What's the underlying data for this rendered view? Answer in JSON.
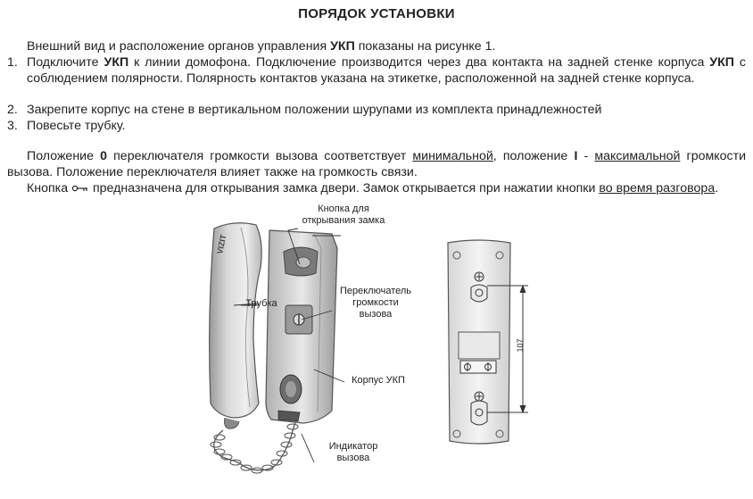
{
  "title": "ПОРЯДОК УСТАНОВКИ",
  "intro": {
    "pre": "Внешний вид и расположение органов управления ",
    "bold": "УКП",
    "post": " показаны на рисунке 1."
  },
  "steps": [
    {
      "n": "1.",
      "parts": [
        "Подключите ",
        "УКП",
        " к линии домофона. Подключение производится через два контакта на задней стенке корпуса ",
        "УКП",
        " с соблюдением полярности. Полярность контактов указана на этикетке, расположенной на задней стенке корпуса."
      ]
    },
    {
      "n": "2.",
      "text": "Закрепите корпус на стене в вертикальном положении шурупами из комплекта принадлежностей"
    },
    {
      "n": "3.",
      "text": "Повесьте трубку."
    }
  ],
  "volume_paragraph": {
    "p1": "Положение ",
    "b1": "0",
    "p2": " переключателя громкости вызова соответствует ",
    "u1": "минимальной",
    "p3": ", положение ",
    "b2": "I",
    "p4": " - ",
    "u2": "максимальной",
    "p5": " громкости вызова. Положение переключателя влияет также на громкость связи."
  },
  "button_paragraph": {
    "p1": "Кнопка ",
    "key_icon": "key-icon",
    "p2": " предназначена для открывания замка двери. Замок открывается при нажатии кнопки ",
    "u1": "во время разговора",
    "p3": "."
  },
  "figure_labels": {
    "button": [
      "Кнопка для",
      "открывания замка"
    ],
    "handset": "Трубка",
    "switch": [
      "Переключатель",
      "громкости",
      "вызова"
    ],
    "body": "Корпус УКП",
    "indicator": [
      "Индикатор",
      "вызова"
    ],
    "dimension": "107"
  },
  "handset_brand": "VIZIT"
}
